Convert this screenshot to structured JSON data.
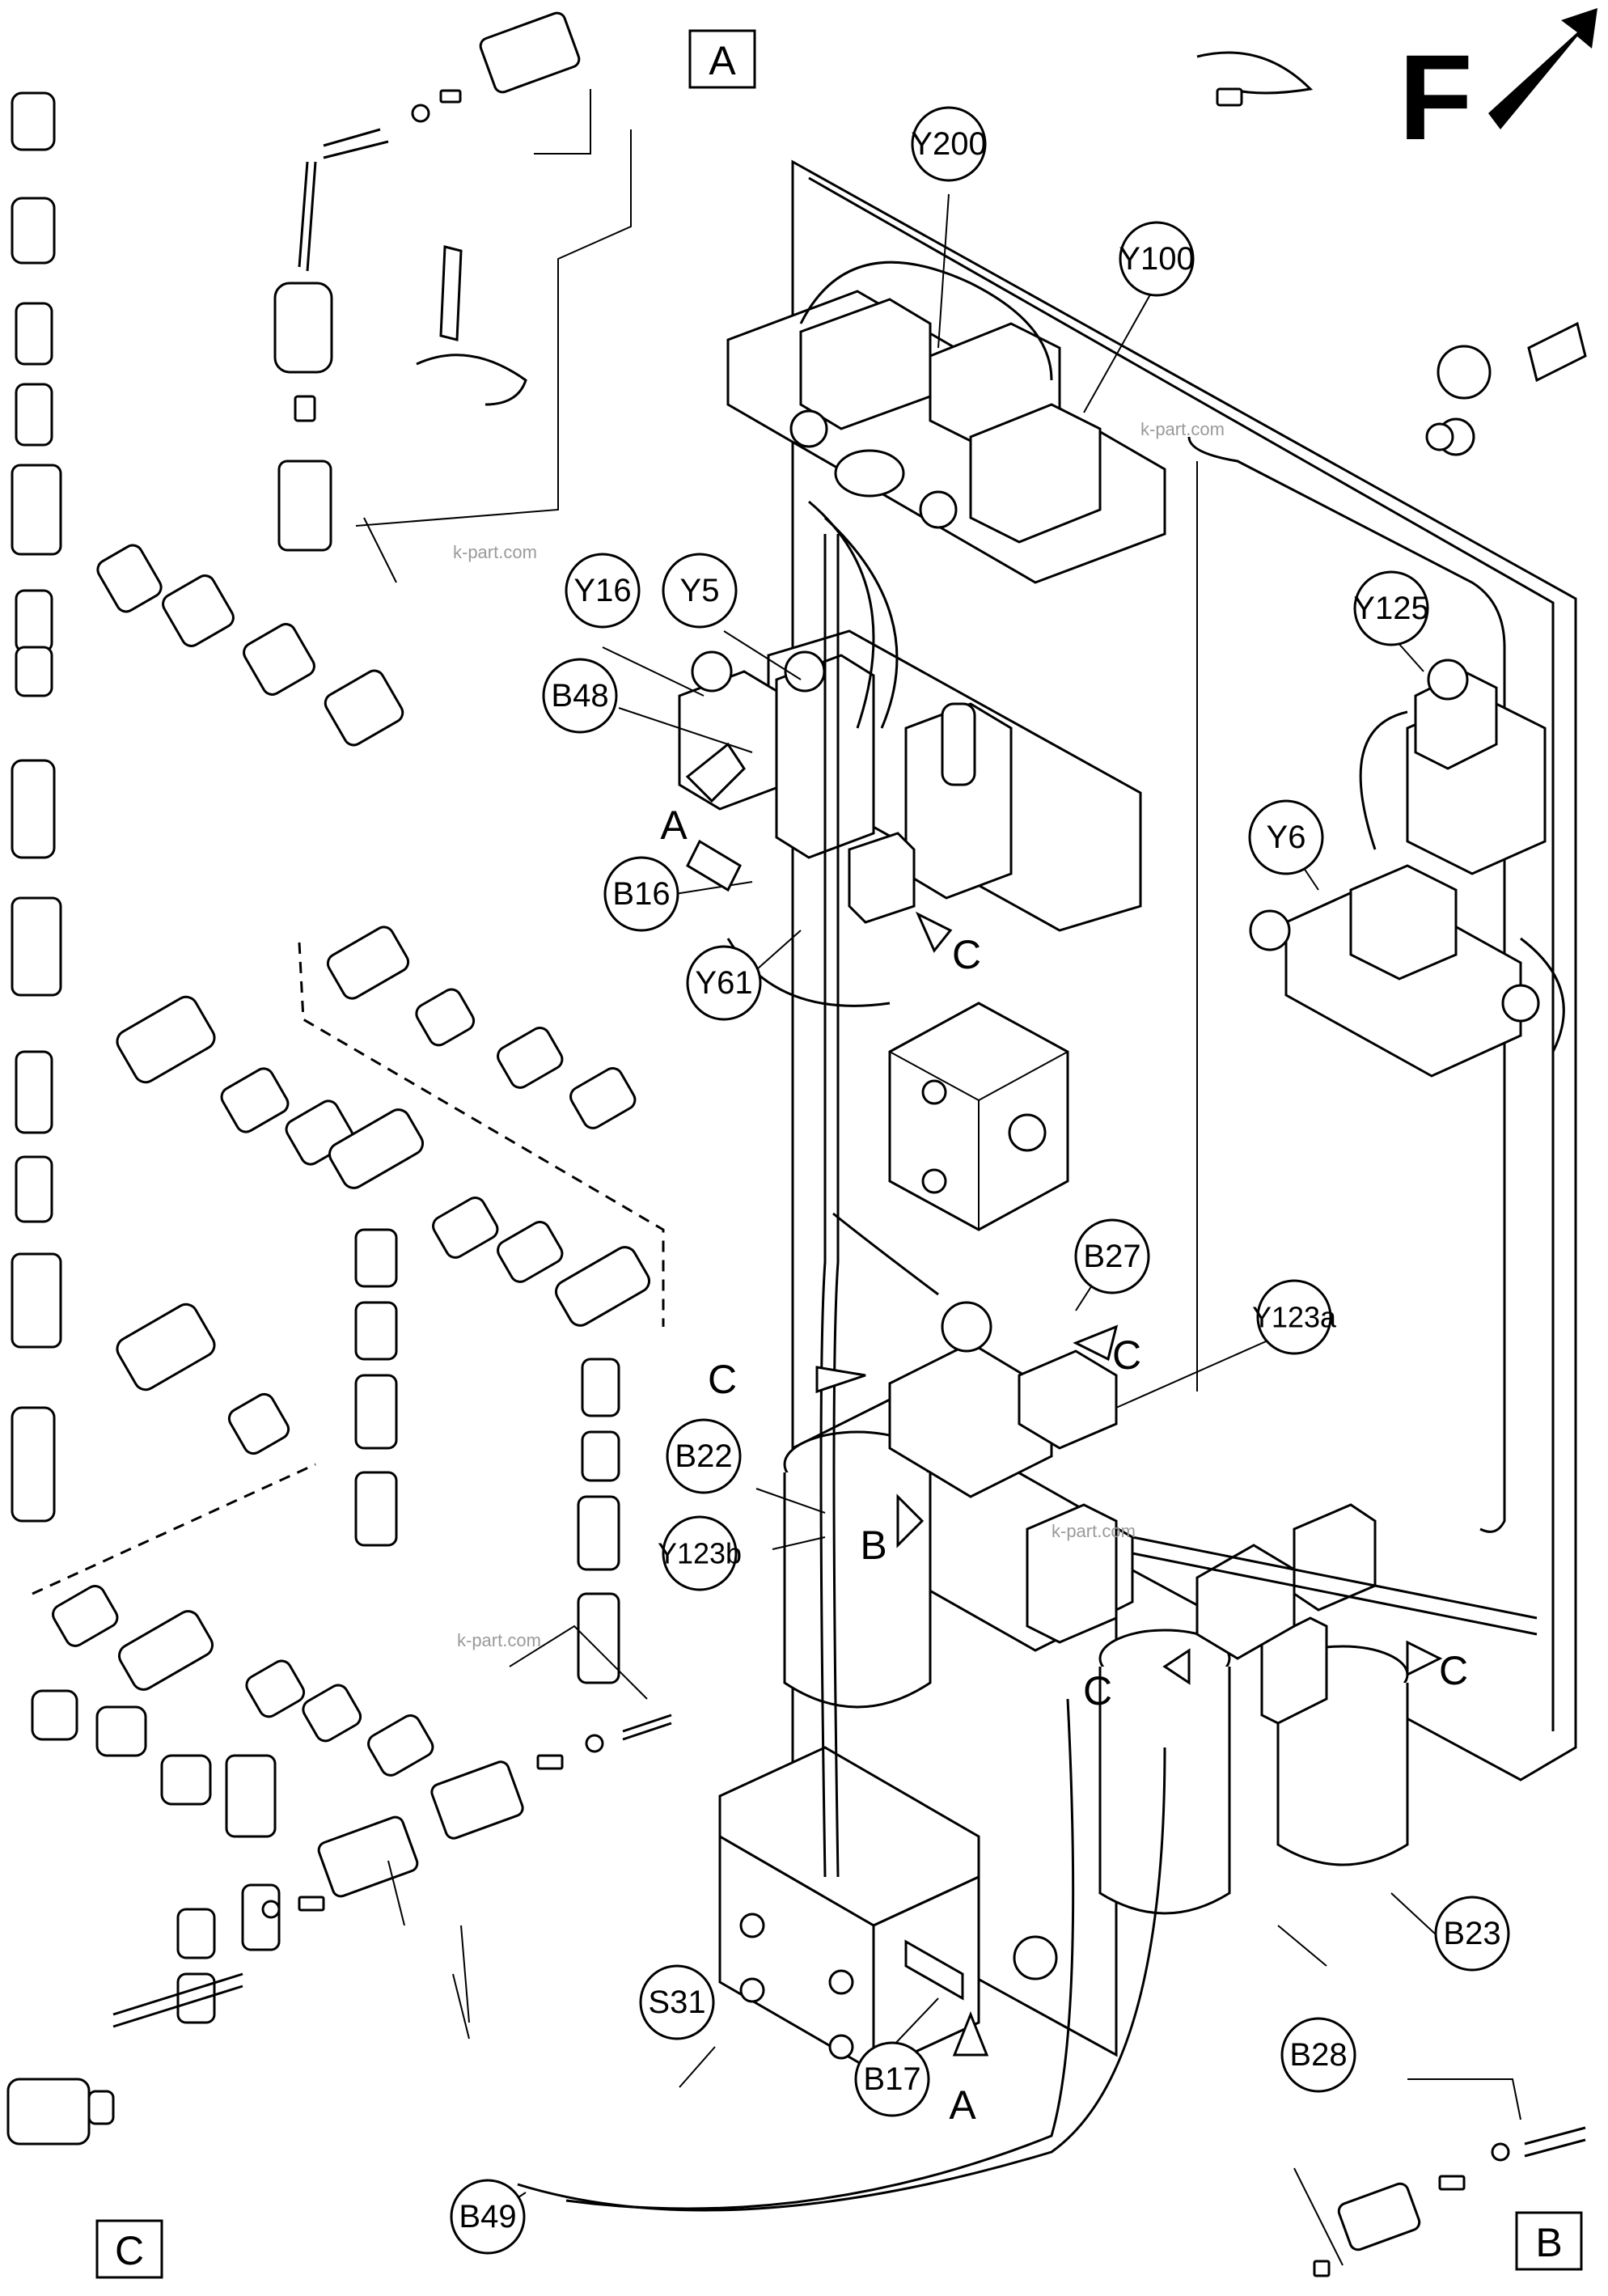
{
  "callouts": [
    {
      "id": "Y200",
      "text": "Y200"
    },
    {
      "id": "Y100",
      "text": "Y100"
    },
    {
      "id": "Y16",
      "text": "Y16"
    },
    {
      "id": "Y5",
      "text": "Y5"
    },
    {
      "id": "B48",
      "text": "B48"
    },
    {
      "id": "B16",
      "text": "B16"
    },
    {
      "id": "Y61",
      "text": "Y61"
    },
    {
      "id": "Y125",
      "text": "Y125"
    },
    {
      "id": "Y6",
      "text": "Y6"
    },
    {
      "id": "B27",
      "text": "B27"
    },
    {
      "id": "Y123a",
      "text": "Y123a"
    },
    {
      "id": "B22",
      "text": "B22"
    },
    {
      "id": "Y123b",
      "text": "Y123b"
    },
    {
      "id": "B23",
      "text": "B23"
    },
    {
      "id": "B28",
      "text": "B28"
    },
    {
      "id": "S31",
      "text": "S31"
    },
    {
      "id": "B17",
      "text": "B17"
    },
    {
      "id": "B49",
      "text": "B49"
    }
  ],
  "detail_boxes": [
    {
      "id": "A",
      "text": "A"
    },
    {
      "id": "B",
      "text": "B"
    },
    {
      "id": "C",
      "text": "C"
    }
  ],
  "view_letters": [
    {
      "id": "A1",
      "text": "A"
    },
    {
      "id": "A2",
      "text": "A"
    },
    {
      "id": "B1",
      "text": "B"
    },
    {
      "id": "C1",
      "text": "C"
    },
    {
      "id": "C2",
      "text": "C"
    },
    {
      "id": "C3",
      "text": "C"
    },
    {
      "id": "C4",
      "text": "C"
    },
    {
      "id": "C5",
      "text": "C"
    }
  ],
  "direction_mark": {
    "letter": "F",
    "icon": "forward-arrow-icon"
  },
  "watermarks": [
    {
      "id": "wm1",
      "text": "k-part.com"
    },
    {
      "id": "wm2",
      "text": "k-part.com"
    },
    {
      "id": "wm3",
      "text": "k-part.com"
    },
    {
      "id": "wm4",
      "text": "k-part.com"
    }
  ]
}
